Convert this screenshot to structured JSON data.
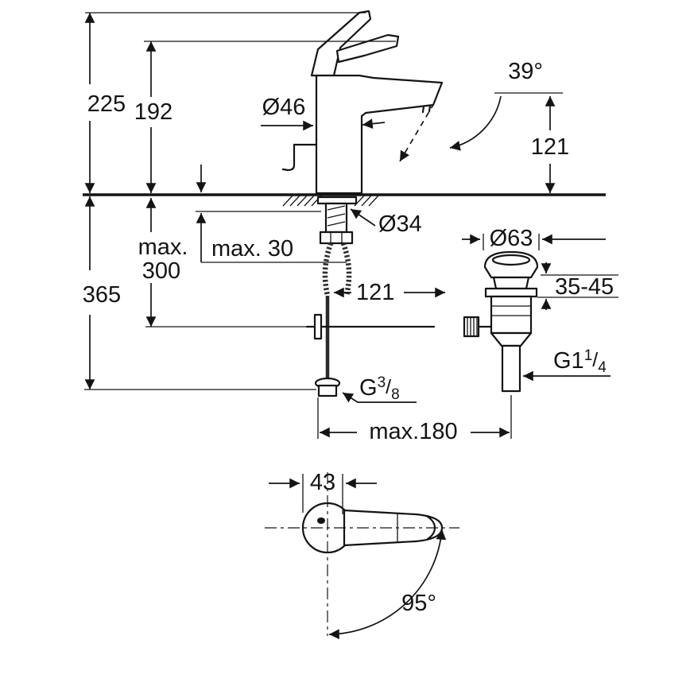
{
  "colors": {
    "line": "#141414",
    "background": "#ffffff"
  },
  "dims": {
    "overall_height": "225",
    "lever_height": "192",
    "body_diameter": "Ø46",
    "stream_angle": "39°",
    "outlet_height": "121",
    "max_counter_thickness": "max. 30",
    "shank_diameter": "Ø34",
    "max_hose_prefix": "max.",
    "max_hose_value": "300",
    "under_counter_height": "365",
    "rod_offset": "121",
    "waste_flange_diameter": "Ø63",
    "waste_clamp_range": "35-45",
    "waste_thread": {
      "prefix": "G1",
      "sup": "1",
      "slash": "/",
      "sub": "4"
    },
    "supply_thread": {
      "prefix": "G",
      "sup": "3",
      "slash": "/",
      "sub": "8"
    },
    "max_projection": "max.180",
    "handle_width": "43",
    "swivel_angle": "95°"
  }
}
